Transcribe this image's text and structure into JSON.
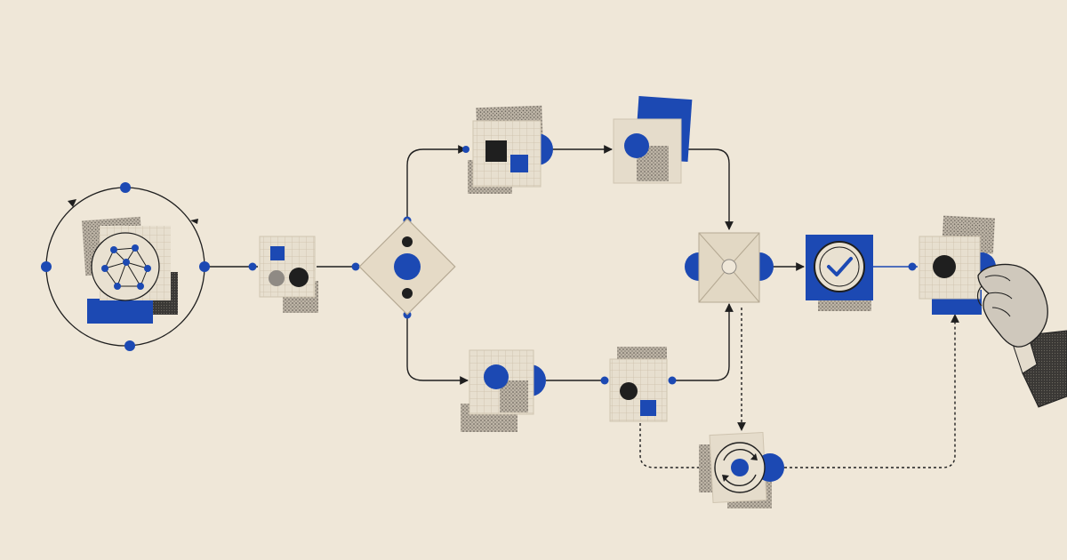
{
  "palette": {
    "paper": "#efe7d8",
    "card": "#e5dccb",
    "card_edge": "#cfc4b0",
    "grid": "#cdbfa9",
    "ink": "#1f1f1f",
    "blue": "#1c49b3",
    "grey": "#8f8a84",
    "hatch": "#6f6a62"
  },
  "nodes": [
    {
      "id": "network-hub",
      "kind": "orbit-network"
    },
    {
      "id": "input-mix",
      "kind": "shapes-card"
    },
    {
      "id": "decision-split",
      "kind": "diamond"
    },
    {
      "id": "upper-step-1",
      "kind": "square-card"
    },
    {
      "id": "upper-step-2",
      "kind": "circle-card"
    },
    {
      "id": "lower-step-1",
      "kind": "circle-card"
    },
    {
      "id": "lower-step-2",
      "kind": "dot-square-card"
    },
    {
      "id": "merge-envelope",
      "kind": "envelope"
    },
    {
      "id": "verify-check",
      "kind": "check-badge"
    },
    {
      "id": "output-dot",
      "kind": "dot-card"
    },
    {
      "id": "sync-loop",
      "kind": "refresh-badge"
    }
  ],
  "connectors": [
    {
      "from": "network-hub",
      "to": "input-mix",
      "style": "solid"
    },
    {
      "from": "input-mix",
      "to": "decision-split",
      "style": "solid"
    },
    {
      "from": "decision-split",
      "to": "upper-step-1",
      "style": "solid"
    },
    {
      "from": "decision-split",
      "to": "lower-step-1",
      "style": "solid"
    },
    {
      "from": "upper-step-1",
      "to": "upper-step-2",
      "style": "solid"
    },
    {
      "from": "lower-step-1",
      "to": "lower-step-2",
      "style": "solid"
    },
    {
      "from": "upper-step-2",
      "to": "merge-envelope",
      "style": "solid"
    },
    {
      "from": "lower-step-2",
      "to": "merge-envelope",
      "style": "solid"
    },
    {
      "from": "merge-envelope",
      "to": "verify-check",
      "style": "solid"
    },
    {
      "from": "verify-check",
      "to": "output-dot",
      "style": "solid-blue"
    },
    {
      "from": "merge-envelope",
      "to": "sync-loop",
      "style": "dashed"
    },
    {
      "from": "lower-step-2",
      "to": "sync-loop",
      "style": "dashed"
    },
    {
      "from": "sync-loop",
      "to": "output-dot",
      "style": "dashed"
    }
  ],
  "decorations": [
    {
      "id": "hand",
      "kind": "hand-illustration"
    }
  ]
}
